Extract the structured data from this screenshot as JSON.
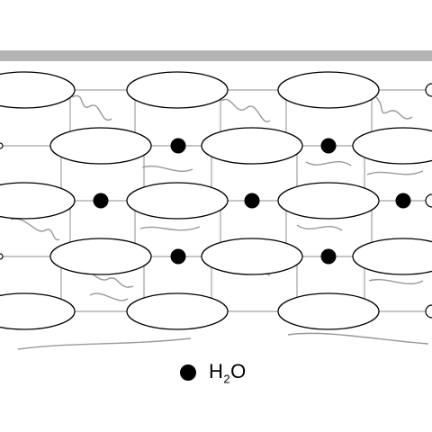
{
  "figure": {
    "molecule_symbol": "●",
    "legend": {
      "prefix": "H",
      "subscript": "2",
      "suffix": "O"
    },
    "colors": {
      "background": "#ffffff",
      "layer_bar": "#b4b4b4",
      "outline": "#000000",
      "connector": "#8c8c8c",
      "chain": "#999999",
      "molecule": "#000000"
    }
  }
}
